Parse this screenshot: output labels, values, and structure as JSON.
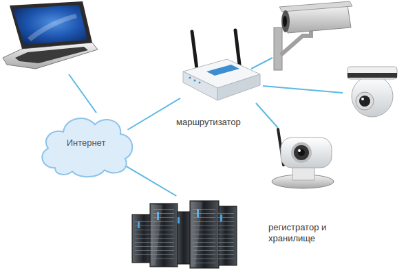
{
  "diagram": {
    "nodes": [
      {
        "text": [
          "маршрутизатор"
        ]
      },
      {
        "text": [
          "Интернет"
        ]
      },
      {
        "text": [
          "регистратор и хранилище"
        ]
      }
    ],
    "edges": [
      {
        "from": 1,
        "to": 0,
        "arrow": "none"
      },
      {
        "from": 1,
        "to": 2,
        "arrow": "none"
      }
    ]
  }
}
